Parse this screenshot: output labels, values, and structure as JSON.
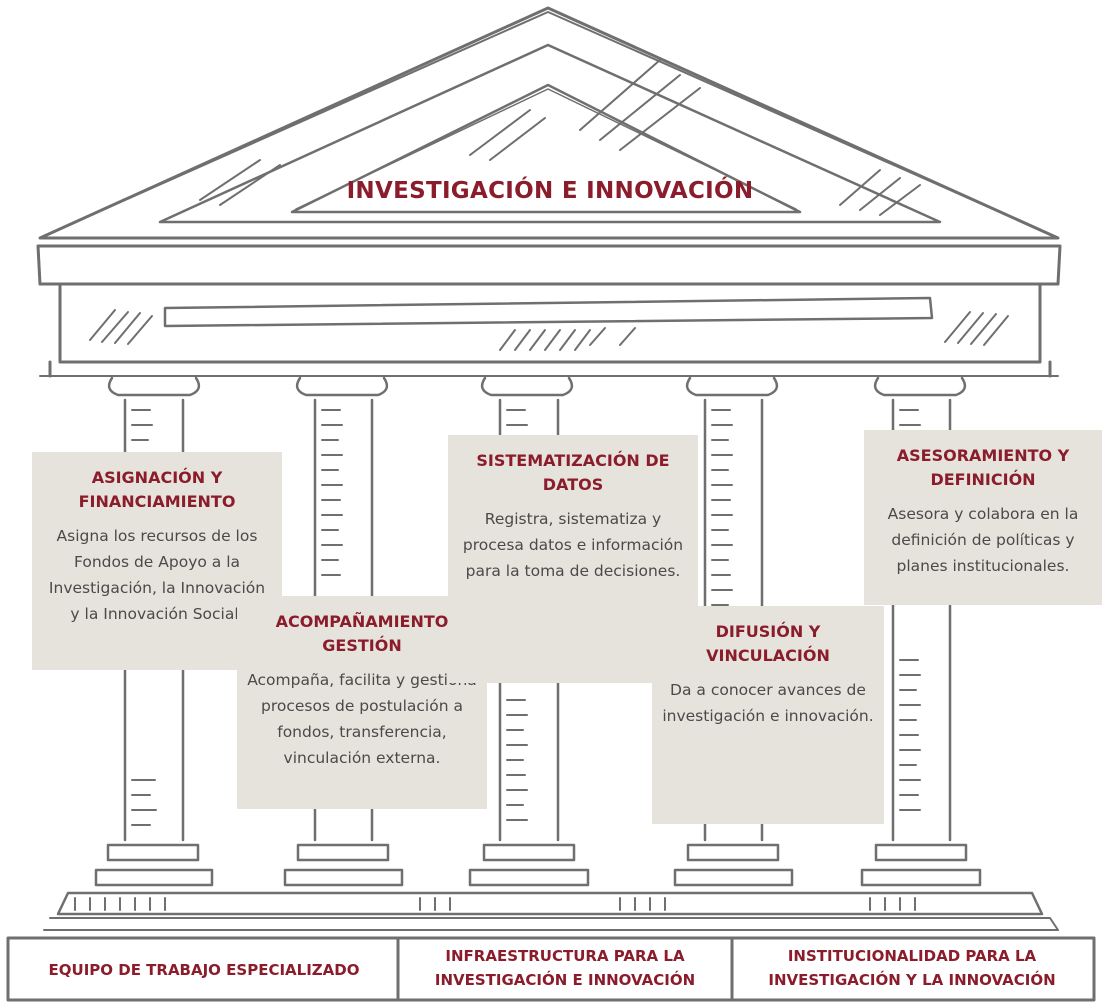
{
  "title": "INVESTIGACIÓN E INNOVACIÓN",
  "colors": {
    "accent": "#8a1c2b",
    "box_bg": "#e6e3dc",
    "text": "#4a4a4a",
    "sketch": "#6f6f6f"
  },
  "pillars": [
    {
      "heading": "ASIGNACIÓN Y FINANCIAMIENTO",
      "text": "Asigna los recursos de los Fondos de Apoyo a la Investigación, la Innovación y la Innovación Social."
    },
    {
      "heading": "ACOMPAÑAMIENTO GESTIÓN",
      "text": "Acompaña, facilita y gestiona procesos de postulación a fondos, transferencia, vinculación externa."
    },
    {
      "heading": "SISTEMATIZACIÓN DE DATOS",
      "text": "Registra, sistematiza y procesa datos e información para la toma de decisiones."
    },
    {
      "heading": "DIFUSIÓN Y VINCULACIÓN",
      "text": "Da a conocer avances de investigación e innovación."
    },
    {
      "heading": "ASESORAMIENTO Y DEFINICIÓN",
      "text": "Asesora y colabora en la definición de políticas y planes institucionales."
    }
  ],
  "foundation": [
    "EQUIPO DE TRABAJO ESPECIALIZADO",
    "INFRAESTRUCTURA PARA LA INVESTIGACIÓN E INNOVACIÓN",
    "INSTITUCIONALIDAD PARA LA INVESTIGACIÓN Y LA INNOVACIÓN"
  ]
}
